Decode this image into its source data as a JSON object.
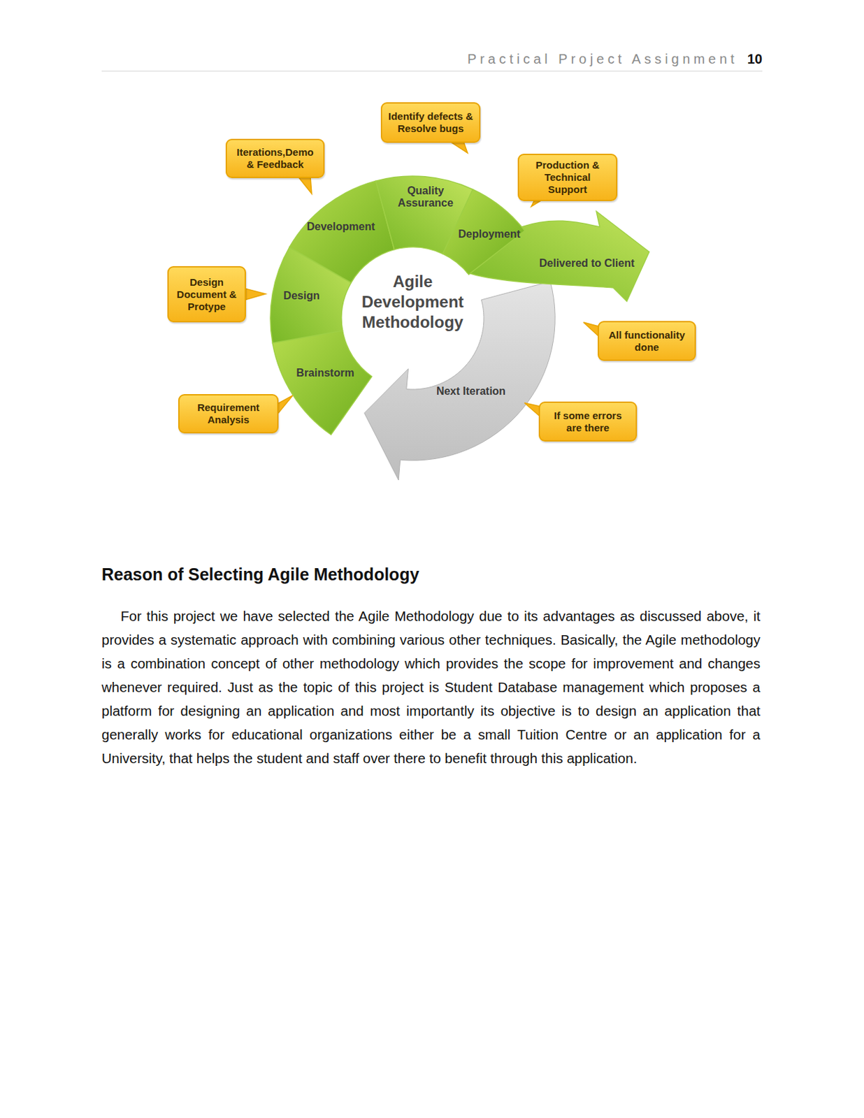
{
  "diagram": {
    "nodes": [
      {
        "text": [
          "Agile Development Methodology"
        ]
      },
      {
        "text": [
          "Brainstorm"
        ]
      },
      {
        "text": [
          "Design"
        ]
      },
      {
        "text": [
          "Development"
        ]
      },
      {
        "text": [
          "Quality Assurance"
        ]
      },
      {
        "text": [
          "Deployment"
        ]
      },
      {
        "text": [
          "Delivered to Client"
        ]
      },
      {
        "text": [
          "Next Iteration"
        ]
      },
      {
        "text": [
          "Requirement Analysis"
        ]
      },
      {
        "text": [
          "Design Document & Protype"
        ]
      },
      {
        "text": [
          "Iterations,Demo & Feedback"
        ]
      },
      {
        "text": [
          "Identify defects & Resolve bugs"
        ]
      },
      {
        "text": [
          "Production & Technical Support"
        ]
      },
      {
        "text": [
          "All functionality done"
        ]
      },
      {
        "text": [
          "If some errors are there"
        ]
      }
    ],
    "labels": [
      "Practical Project Assignment",
      "10",
      "Reason of Selecting Agile Methodology",
      "For this project we have selected the Agile Methodology due to its advantages as discussed above, it provides a systematic approach with combining various other techniques. Basically, the Agile methodology is a combination concept of other methodology which provides the scope for improvement and changes whenever required. Just as the topic of this project is Student Database management which proposes a platform for designing an application and most importantly its objective is to design an application that generally works for educational organizations either be a small Tuition Centre or an application for a University, that helps the student and staff over there to benefit through this application."
    ]
  }
}
